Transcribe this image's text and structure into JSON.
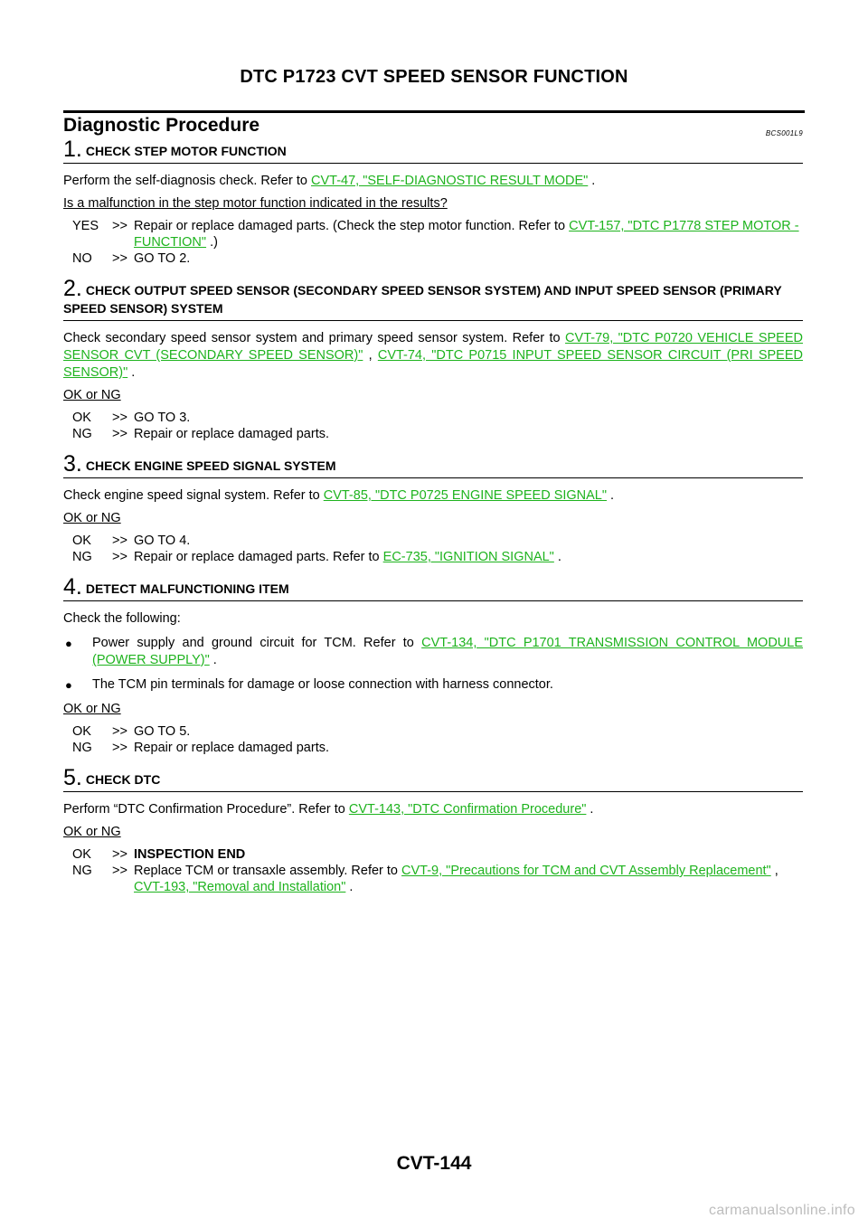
{
  "page_header": "DTC P1723 CVT SPEED SENSOR FUNCTION",
  "procedure": {
    "title": "Diagnostic Procedure",
    "code": "BCS001L9"
  },
  "steps": [
    {
      "number": "1.",
      "heading": "CHECK STEP MOTOR FUNCTION",
      "instruction_pre": "Perform the self-diagnosis check. Refer to ",
      "instruction_link": "CVT-47, \"SELF-DIAGNOSTIC RESULT MODE\"",
      "instruction_post": " .",
      "question": "Is a malfunction in the step motor function indicated in the results?",
      "results": [
        {
          "label": "YES",
          "arrow": ">>",
          "text_pre": "Repair or replace damaged parts. (Check the step motor function. Refer to ",
          "link": "CVT-157, \"DTC P1778 STEP MOTOR - FUNCTION\"",
          "text_post": " .)"
        },
        {
          "label": "NO",
          "arrow": ">>",
          "text_pre": "GO TO 2."
        }
      ]
    },
    {
      "number": "2.",
      "heading": "CHECK OUTPUT SPEED SENSOR (SECONDARY SPEED SENSOR SYSTEM) AND INPUT SPEED SENSOR (PRIMARY SPEED SENSOR) SYSTEM",
      "instruction_pre": "Check secondary speed sensor system and primary speed sensor system. Refer to ",
      "instruction_link": "CVT-79, \"DTC P0720 VEHICLE SPEED SENSOR CVT (SECONDARY SPEED SENSOR)\"",
      "instruction_mid": " , ",
      "instruction_link2": "CVT-74, \"DTC P0715 INPUT SPEED SENSOR CIRCUIT (PRI SPEED SENSOR)\"",
      "instruction_post": " .",
      "question": "OK or NG",
      "results": [
        {
          "label": "OK",
          "arrow": ">>",
          "text_pre": "GO TO 3."
        },
        {
          "label": "NG",
          "arrow": ">>",
          "text_pre": "Repair or replace damaged parts."
        }
      ]
    },
    {
      "number": "3.",
      "heading": "CHECK ENGINE SPEED SIGNAL SYSTEM",
      "instruction_pre": "Check engine speed signal system. Refer to ",
      "instruction_link": "CVT-85, \"DTC P0725 ENGINE SPEED SIGNAL\"",
      "instruction_post": " .",
      "question": "OK or NG",
      "results": [
        {
          "label": "OK",
          "arrow": ">>",
          "text_pre": "GO TO 4."
        },
        {
          "label": "NG",
          "arrow": ">>",
          "text_pre": "Repair or replace damaged parts. Refer to ",
          "link": "EC-735, \"IGNITION SIGNAL\"",
          "text_post": " ."
        }
      ]
    },
    {
      "number": "4.",
      "heading": "DETECT MALFUNCTIONING ITEM",
      "instruction_pre": "Check the following:",
      "bullets": [
        {
          "text_pre": "Power supply and ground circuit for TCM. Refer to ",
          "link": "CVT-134, \"DTC P1701 TRANSMISSION CONTROL MODULE (POWER SUPPLY)\"",
          "text_post": " ."
        },
        {
          "text_pre": "The TCM pin terminals for damage or loose connection with harness connector."
        }
      ],
      "question": "OK or NG",
      "results": [
        {
          "label": "OK",
          "arrow": ">>",
          "text_pre": "GO TO 5."
        },
        {
          "label": "NG",
          "arrow": ">>",
          "text_pre": "Repair or replace damaged parts."
        }
      ]
    },
    {
      "number": "5.",
      "heading": "CHECK DTC",
      "instruction_pre": "Perform “DTC Confirmation Procedure”. Refer to ",
      "instruction_link": "CVT-143, \"DTC Confirmation Procedure\"",
      "instruction_post": " .",
      "question": "OK or NG",
      "results": [
        {
          "label": "OK",
          "arrow": ">>",
          "bold_text": "INSPECTION END"
        },
        {
          "label": "NG",
          "arrow": ">>",
          "text_pre": "Replace TCM or transaxle assembly. Refer to ",
          "link": "CVT-9, \"Precautions for TCM and CVT Assembly Replacement\"",
          "text_mid": " , ",
          "link2": "CVT-193, \"Removal and Installation\"",
          "text_post": " ."
        }
      ]
    }
  ],
  "page_number": "CVT-144",
  "watermark": "carmanualsonline.info",
  "colors": {
    "link": "#1eb31e",
    "text": "#000000",
    "watermark": "#bdbdbd"
  }
}
